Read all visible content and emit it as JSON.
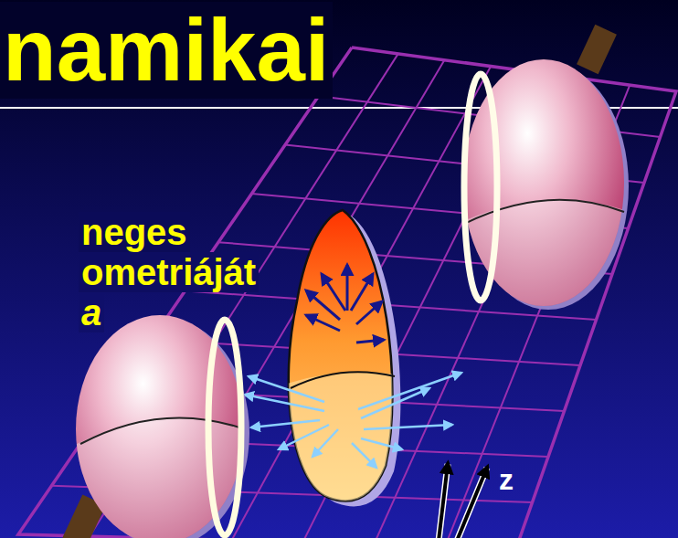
{
  "diagram": {
    "title": "namikai",
    "labels": [
      "neges",
      "ometriáját",
      "a",
      "z"
    ]
  }
}
